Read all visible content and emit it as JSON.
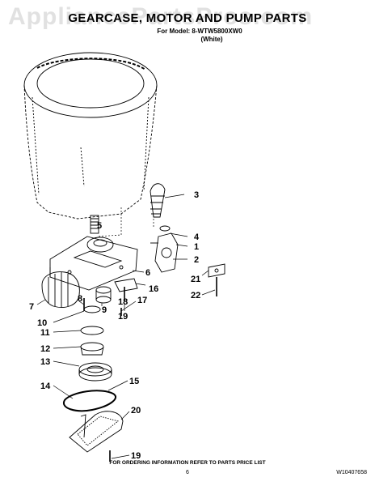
{
  "header": {
    "title": "GEARCASE, MOTOR AND PUMP PARTS",
    "subtitle": "For Model: 8-WTW5800XW0",
    "variant": "(White)"
  },
  "watermark": "AppliancePartsPros.com",
  "callouts": [
    "1",
    "2",
    "3",
    "4",
    "5",
    "6",
    "7",
    "8",
    "9",
    "10",
    "11",
    "12",
    "13",
    "14",
    "15",
    "16",
    "17",
    "18",
    "19",
    "20",
    "21",
    "22",
    "19"
  ],
  "footer": {
    "note": "FOR ORDERING INFORMATION REFER TO PARTS PRICE LIST",
    "page_number": "6",
    "doc_number": "W10407658"
  }
}
